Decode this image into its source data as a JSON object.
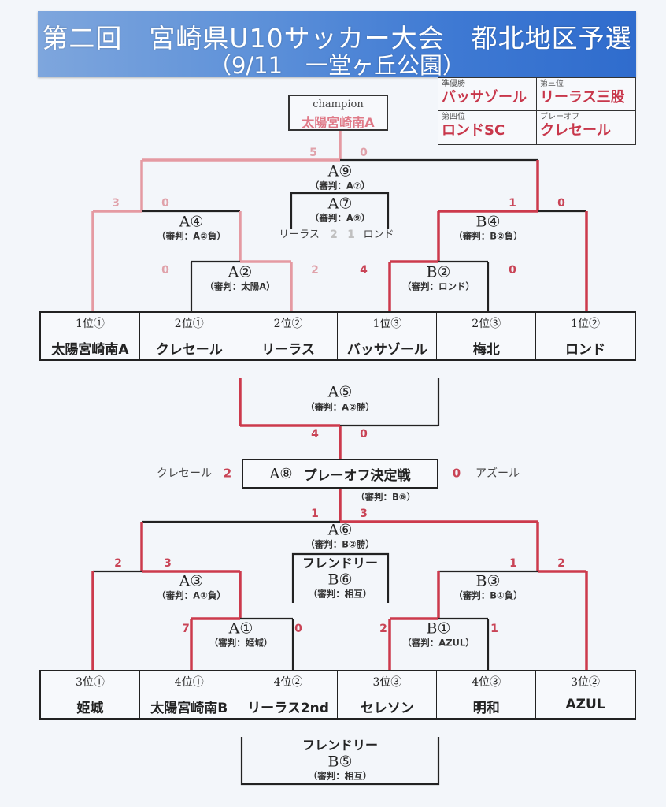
{
  "header": {
    "title": "第二回　宮崎県U10サッカー大会　都北地区予選",
    "subtitle": "（9/11　一堂ヶ丘公園）"
  },
  "results": [
    {
      "label": "準優勝",
      "team": "バッサゾール"
    },
    {
      "label": "第三位",
      "team": "リーラス三股"
    },
    {
      "label": "第四位",
      "team": "ロンドSC"
    },
    {
      "label": "プレーオフ",
      "team": "クレセール"
    }
  ],
  "champion": {
    "label": "champion",
    "team": "太陽宮崎南A"
  },
  "colors": {
    "banner": "#3e79d3",
    "winner_line": "#cc3a4c",
    "champion_path": "#e59aa2",
    "bracket_line": "#222222",
    "result_text": "#c8374b"
  },
  "upper_bracket": {
    "a9": {
      "id": "A⑨",
      "referee": "（審判：A⑦）",
      "score_left": "5",
      "score_right": "0"
    },
    "a7": {
      "id": "A⑦",
      "referee": "（審判：A⑨）",
      "team_left": "リーラス",
      "score_left": "2",
      "score_right": "1",
      "team_right": "ロンド"
    },
    "a4": {
      "id": "A④",
      "referee": "（審判：A②負）",
      "score_left": "3",
      "score_right": "0"
    },
    "a2": {
      "id": "A②",
      "referee": "（審判：太陽A）",
      "score_left": "0",
      "score_right": "2"
    },
    "b4": {
      "id": "B④",
      "referee": "（審判：B②負）",
      "score_left": "1",
      "score_right": "0"
    },
    "b2": {
      "id": "B②",
      "referee": "（審判：ロンド）",
      "score_left": "4",
      "score_right": "0"
    },
    "teams": [
      {
        "seed": "1位①",
        "name": "太陽宮崎南A"
      },
      {
        "seed": "2位①",
        "name": "クレセール"
      },
      {
        "seed": "2位②",
        "name": "リーラス"
      },
      {
        "seed": "1位③",
        "name": "バッサゾール"
      },
      {
        "seed": "2位③",
        "name": "梅北"
      },
      {
        "seed": "1位②",
        "name": "ロンド"
      }
    ]
  },
  "middle": {
    "a5": {
      "id": "A⑤",
      "referee": "（審判：A②勝）",
      "score_left": "4",
      "score_right": "0"
    },
    "a8": {
      "id": "A⑧",
      "title": "プレーオフ決定戦",
      "referee": "（審判：B⑥）",
      "team_left": "クレセール",
      "score_left": "2",
      "score_right": "0",
      "team_right": "アズール"
    },
    "a6_scores": {
      "score_left": "1",
      "score_right": "3"
    }
  },
  "lower_bracket": {
    "a6": {
      "id": "A⑥",
      "referee": "（審判：B②勝）"
    },
    "b6_friendly": {
      "title": "フレンドリー",
      "id": "B⑥",
      "referee": "（審判：相互）"
    },
    "a3": {
      "id": "A③",
      "referee": "（審判：A①負）",
      "score_left": "2",
      "score_right": "3"
    },
    "b3": {
      "id": "B③",
      "referee": "（審判：B①負）",
      "score_left": "1",
      "score_right": "2"
    },
    "a1": {
      "id": "A①",
      "referee": "（審判：姫城）",
      "score_left": "7",
      "score_right": "0"
    },
    "b1": {
      "id": "B①",
      "referee": "（審判：AZUL）",
      "score_left": "2",
      "score_right": "1"
    },
    "teams": [
      {
        "seed": "3位①",
        "name": "姫城"
      },
      {
        "seed": "4位①",
        "name": "太陽宮崎南B"
      },
      {
        "seed": "4位②",
        "name": "リーラス2nd"
      },
      {
        "seed": "3位③",
        "name": "セレソン"
      },
      {
        "seed": "4位③",
        "name": "明和"
      },
      {
        "seed": "3位②",
        "name": "AZUL"
      }
    ],
    "b5_friendly": {
      "title": "フレンドリー",
      "id": "B⑤",
      "referee": "（審判：相互）"
    }
  }
}
